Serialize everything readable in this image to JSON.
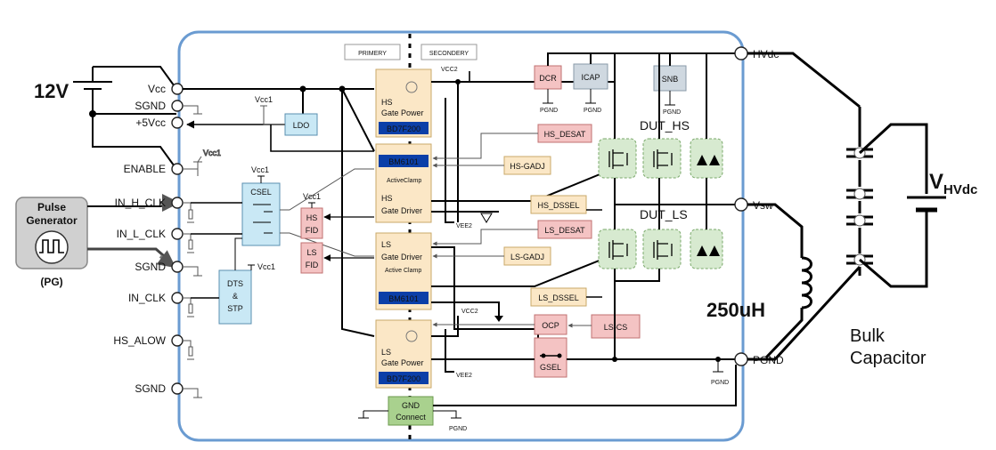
{
  "board": {
    "primary_label": "PRIMERY",
    "secondary_label": "SECONDERY"
  },
  "left_pins": {
    "vcc": "Vcc",
    "sgnd1": "SGND",
    "v5": "+5Vcc",
    "enable": "ENABLE",
    "in_h": "IN_H_CLK",
    "in_l": "IN_L_CLK",
    "sgnd2": "SGND",
    "in_clk": "IN_CLK",
    "hs_alow": "HS_ALOW",
    "sgnd3": "SGND"
  },
  "right_pins": {
    "hvdc": "HVdc",
    "vsw": "Vsw",
    "pgnd": "PGND"
  },
  "external": {
    "supply": "12V",
    "pulse_gen_line1": "Pulse",
    "pulse_gen_line2": "Generator",
    "pg_abbrev": "(PG)",
    "inductor": "250uH",
    "bulk_line1": "Bulk",
    "bulk_line2": "Capacitor",
    "vhvdc_main": "V",
    "vhvdc_sub": "HVdc"
  },
  "blocks": {
    "ldo": "LDO",
    "csel": "CSEL",
    "dts_line1": "DTS",
    "dts_line2": "&",
    "dts_line3": "STP",
    "hs_fid_line1": "HS",
    "hs_fid_line2": "FID",
    "ls_fid_line1": "LS",
    "ls_fid_line2": "FID",
    "hs_gp_line1": "HS",
    "hs_gp_line2": "Gate Power",
    "hs_gp_chip": "BD7F200",
    "hs_drv_chip": "BM6101",
    "hs_drv_clamp": "ActiveClamp",
    "hs_drv_line1": "HS",
    "hs_drv_line2": "Gate Driver",
    "ls_drv_line1": "LS",
    "ls_drv_line2": "Gate Driver",
    "ls_drv_clamp": "Active Clamp",
    "ls_drv_chip": "BM6101",
    "ls_gp_line1": "LS",
    "ls_gp_line2": "Gate Power",
    "ls_gp_chip": "BD7F200",
    "gnd_line1": "GND",
    "gnd_line2": "Connect",
    "dcr": "DCR",
    "icap": "ICAP",
    "snb": "SNB",
    "hs_desat": "HS_DESAT",
    "hs_gadj": "HS-GADJ",
    "hs_dssel": "HS_DSSEL",
    "ls_desat": "LS_DESAT",
    "ls_gadj": "LS-GADJ",
    "ls_dssel": "LS_DSSEL",
    "ocp": "OCP",
    "ls_cs": "LS-CS",
    "gsel": "GSEL",
    "dut_hs": "DUT_HS",
    "dut_ls": "DUT_LS"
  },
  "net_labels": {
    "vcc1_a": "Vcc1",
    "vcc1_b": "Vcc1",
    "vcc1_c": "Vcc1",
    "vcc1_d": "Vcc1",
    "vcc1_e": "Vcc1",
    "vcc2_a": "VCC2",
    "vcc2_b": "VCC2",
    "vee2_a": "VEE2",
    "vee2_b": "VEE2",
    "pgnd_a": "PGND",
    "pgnd_b": "PGND",
    "pgnd_c": "PGND",
    "pgnd_d": "PGND",
    "pgnd_e": "PGND"
  },
  "colors": {
    "board_border": "#6a9bd1",
    "pin_blue": "#c9e8f5",
    "pink": "#f4c3c3",
    "beige": "#fbe7c6",
    "gray_box": "#cfd8e0",
    "green": "#a9d18e",
    "chip_blue": "#0b3fa8",
    "pg_gray": "#d0d0d0",
    "dut_green": "#d7ead0"
  }
}
